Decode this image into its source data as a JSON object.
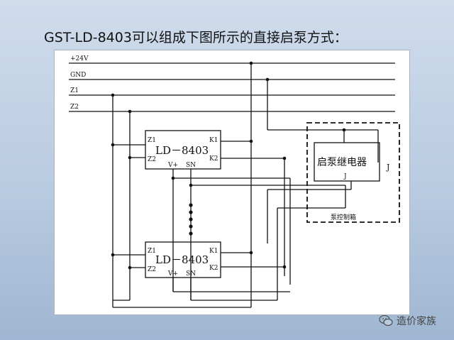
{
  "slide": {
    "title": "GST-LD-8403可以组成下图所示的直接启泵方式："
  },
  "diagram": {
    "bus_labels": [
      "+24V",
      "GND",
      "Z1",
      "Z2"
    ],
    "module_top": {
      "name": "LD－8403",
      "pin_z1": "Z1",
      "pin_z2": "Z2",
      "pin_k1": "K1",
      "pin_k2": "K2",
      "pin_vplus": "V+",
      "pin_sn": "SN"
    },
    "module_bottom": {
      "name": "LD－8403",
      "pin_z1": "Z1",
      "pin_z2": "Z2",
      "pin_k1": "K1",
      "pin_k2": "K2",
      "pin_vplus": "V+",
      "pin_sn": "SN"
    },
    "relay": {
      "name": "启泵继电器",
      "coil": "J"
    },
    "cabinet": {
      "contact": "J",
      "name": "泵控制箱"
    }
  },
  "watermark": {
    "text": "造价家族",
    "icon": "wechat-icon"
  }
}
